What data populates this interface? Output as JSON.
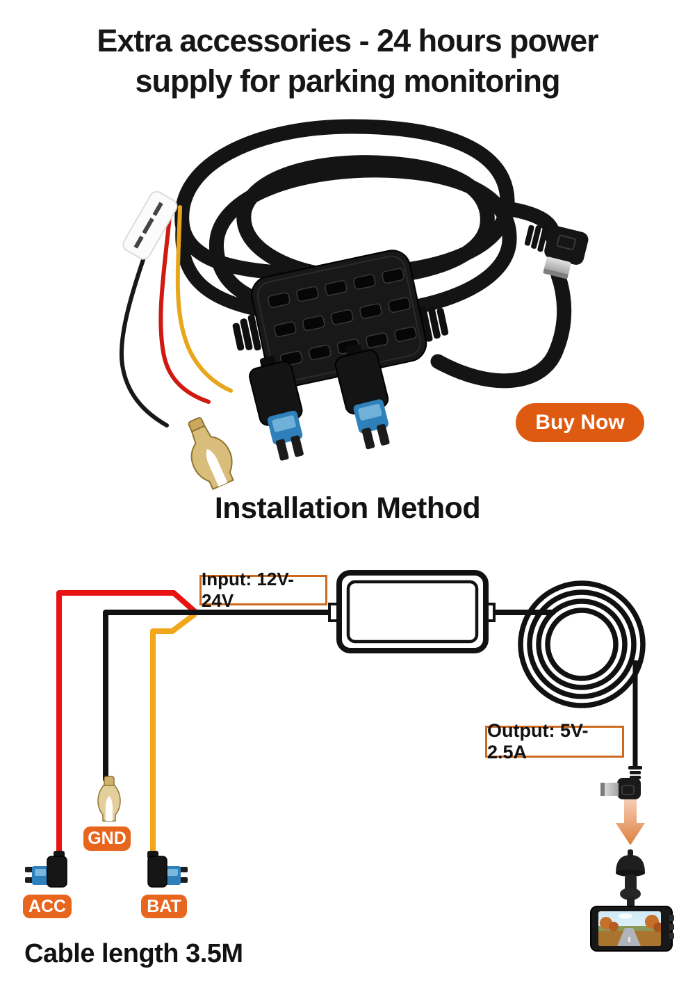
{
  "page": {
    "background": "#FFFFFF"
  },
  "title": {
    "line1": "Extra accessories - 24 hours power",
    "line2": "supply for parking monitoring"
  },
  "buy_button": {
    "label": "Buy Now",
    "background": "#DF5A11",
    "text_color": "#FFFFFF"
  },
  "installation": {
    "heading": "Installation Method",
    "input_callout": "Input: 12V-24V",
    "output_callout": "Output: 5V-2.5A",
    "labels": {
      "gnd": "GND",
      "acc": "ACC",
      "bat": "BAT"
    },
    "cable_note": "Cable length 3.5M",
    "colors": {
      "callout_border": "#CE6A1F",
      "label_background": "#E8651D",
      "label_text": "#FFFFFF",
      "wire_red": "#E81313",
      "wire_yellow": "#F2A71B",
      "wire_black": "#111111",
      "arrow_gradient_start": "#F6CDB4",
      "arrow_gradient_end": "#DD7F3F",
      "fork_gold": "#E3CF9C",
      "fuse_blue": "#2E80BA"
    }
  }
}
